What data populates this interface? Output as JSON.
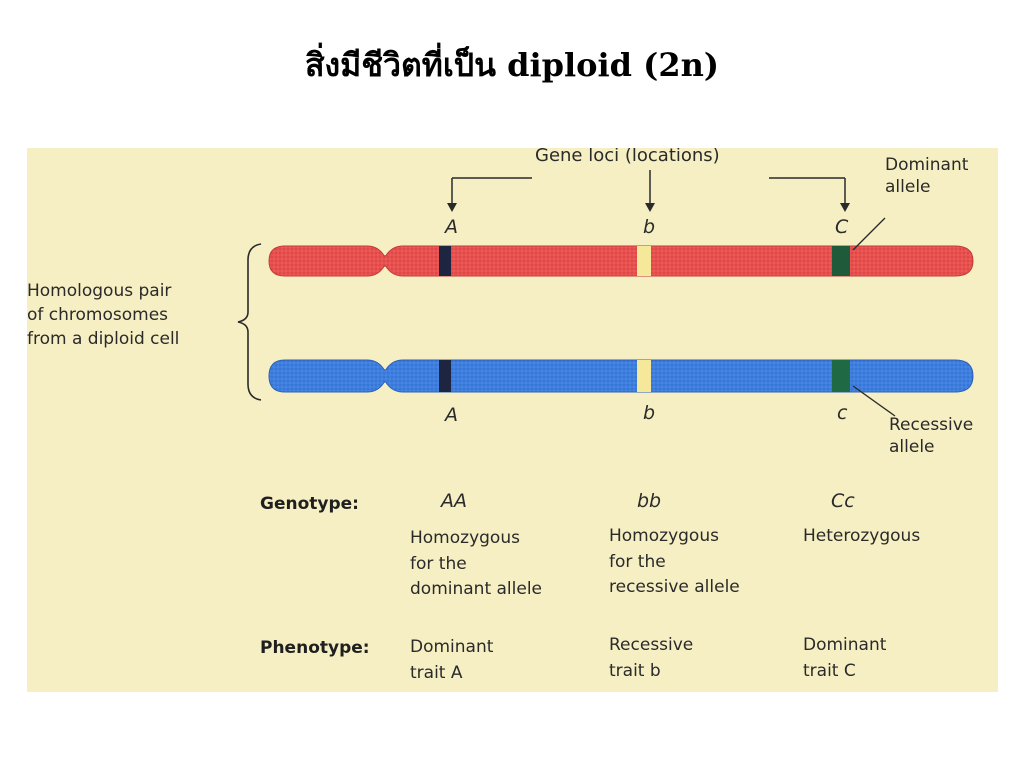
{
  "slide": {
    "title": "สิ่งมีชีวิตที่เป็น diploid (2n)"
  },
  "figure": {
    "gene_loci_label": "Gene loci (locations)",
    "dominant_allele_label": [
      "Dominant",
      "allele"
    ],
    "recessive_allele_label": [
      "Recessive",
      "allele"
    ],
    "homologous_label": [
      "Homologous pair",
      "of chromosomes",
      "from a diploid cell"
    ],
    "top_chromosome_alleles": [
      "A",
      "b",
      "C"
    ],
    "bottom_chromosome_alleles": [
      "A",
      "b",
      "c"
    ],
    "colors": {
      "paper": "#f6efc3",
      "top_chromosome": "#e8514f",
      "bottom_chromosome": "#3f7fe0",
      "dominant_band": "#1d2540",
      "recessive_band": "#f5e89a",
      "c_band": "#1f5a3a"
    }
  },
  "table": {
    "genotype_label": "Genotype:",
    "phenotype_label": "Phenotype:",
    "columns": [
      {
        "genotype": "AA",
        "description": [
          "Homozygous",
          "for the",
          "dominant allele"
        ],
        "phenotype": [
          "Dominant",
          "trait A"
        ]
      },
      {
        "genotype": "bb",
        "description": [
          "Homozygous",
          "for the",
          "recessive allele"
        ],
        "phenotype": [
          "Recessive",
          "trait b"
        ]
      },
      {
        "genotype": "Cc",
        "description": [
          "Heterozygous"
        ],
        "phenotype": [
          "Dominant",
          "trait C"
        ]
      }
    ]
  }
}
